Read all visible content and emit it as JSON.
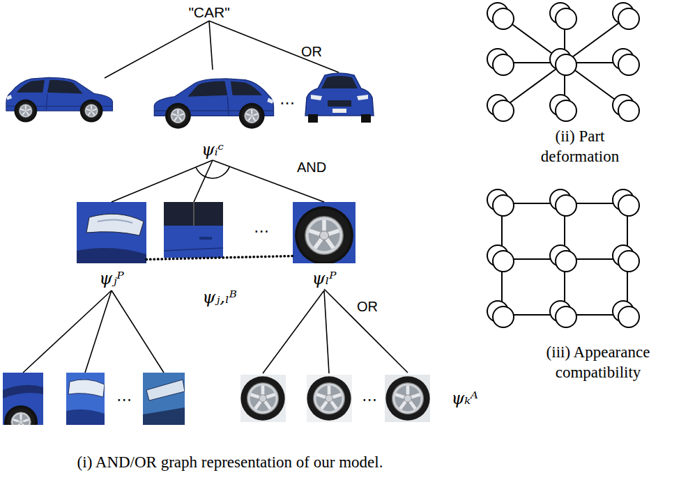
{
  "diagram": {
    "nodes": [
      {
        "text": [
          "\"CAR\""
        ]
      },
      {
        "text": [
          "ψᵢᶜ"
        ]
      },
      {
        "text": [
          "ψⱼᴾ"
        ]
      },
      {
        "text": [
          "ψₗᴾ"
        ]
      },
      {
        "text": [
          "ψₖᴬ"
        ]
      }
    ],
    "edges": [
      {
        "from": 0,
        "to": 1,
        "arrow": "none"
      },
      {
        "from": 1,
        "to": 2,
        "arrow": "none"
      },
      {
        "from": 1,
        "to": 3,
        "arrow": "none"
      },
      {
        "from": 2,
        "to": 3,
        "label": "ψⱼ,ₗᴮ",
        "arrow": "none"
      },
      {
        "from": 3,
        "to": 4,
        "arrow": "none"
      }
    ],
    "labels": [
      "OR",
      "⋯",
      "AND",
      "⋯",
      "⋯",
      "OR",
      "⋯",
      "(i) AND/OR graph representation of our model.",
      "(ii) Part deformation",
      "(iii) Appearance compatibility"
    ]
  }
}
